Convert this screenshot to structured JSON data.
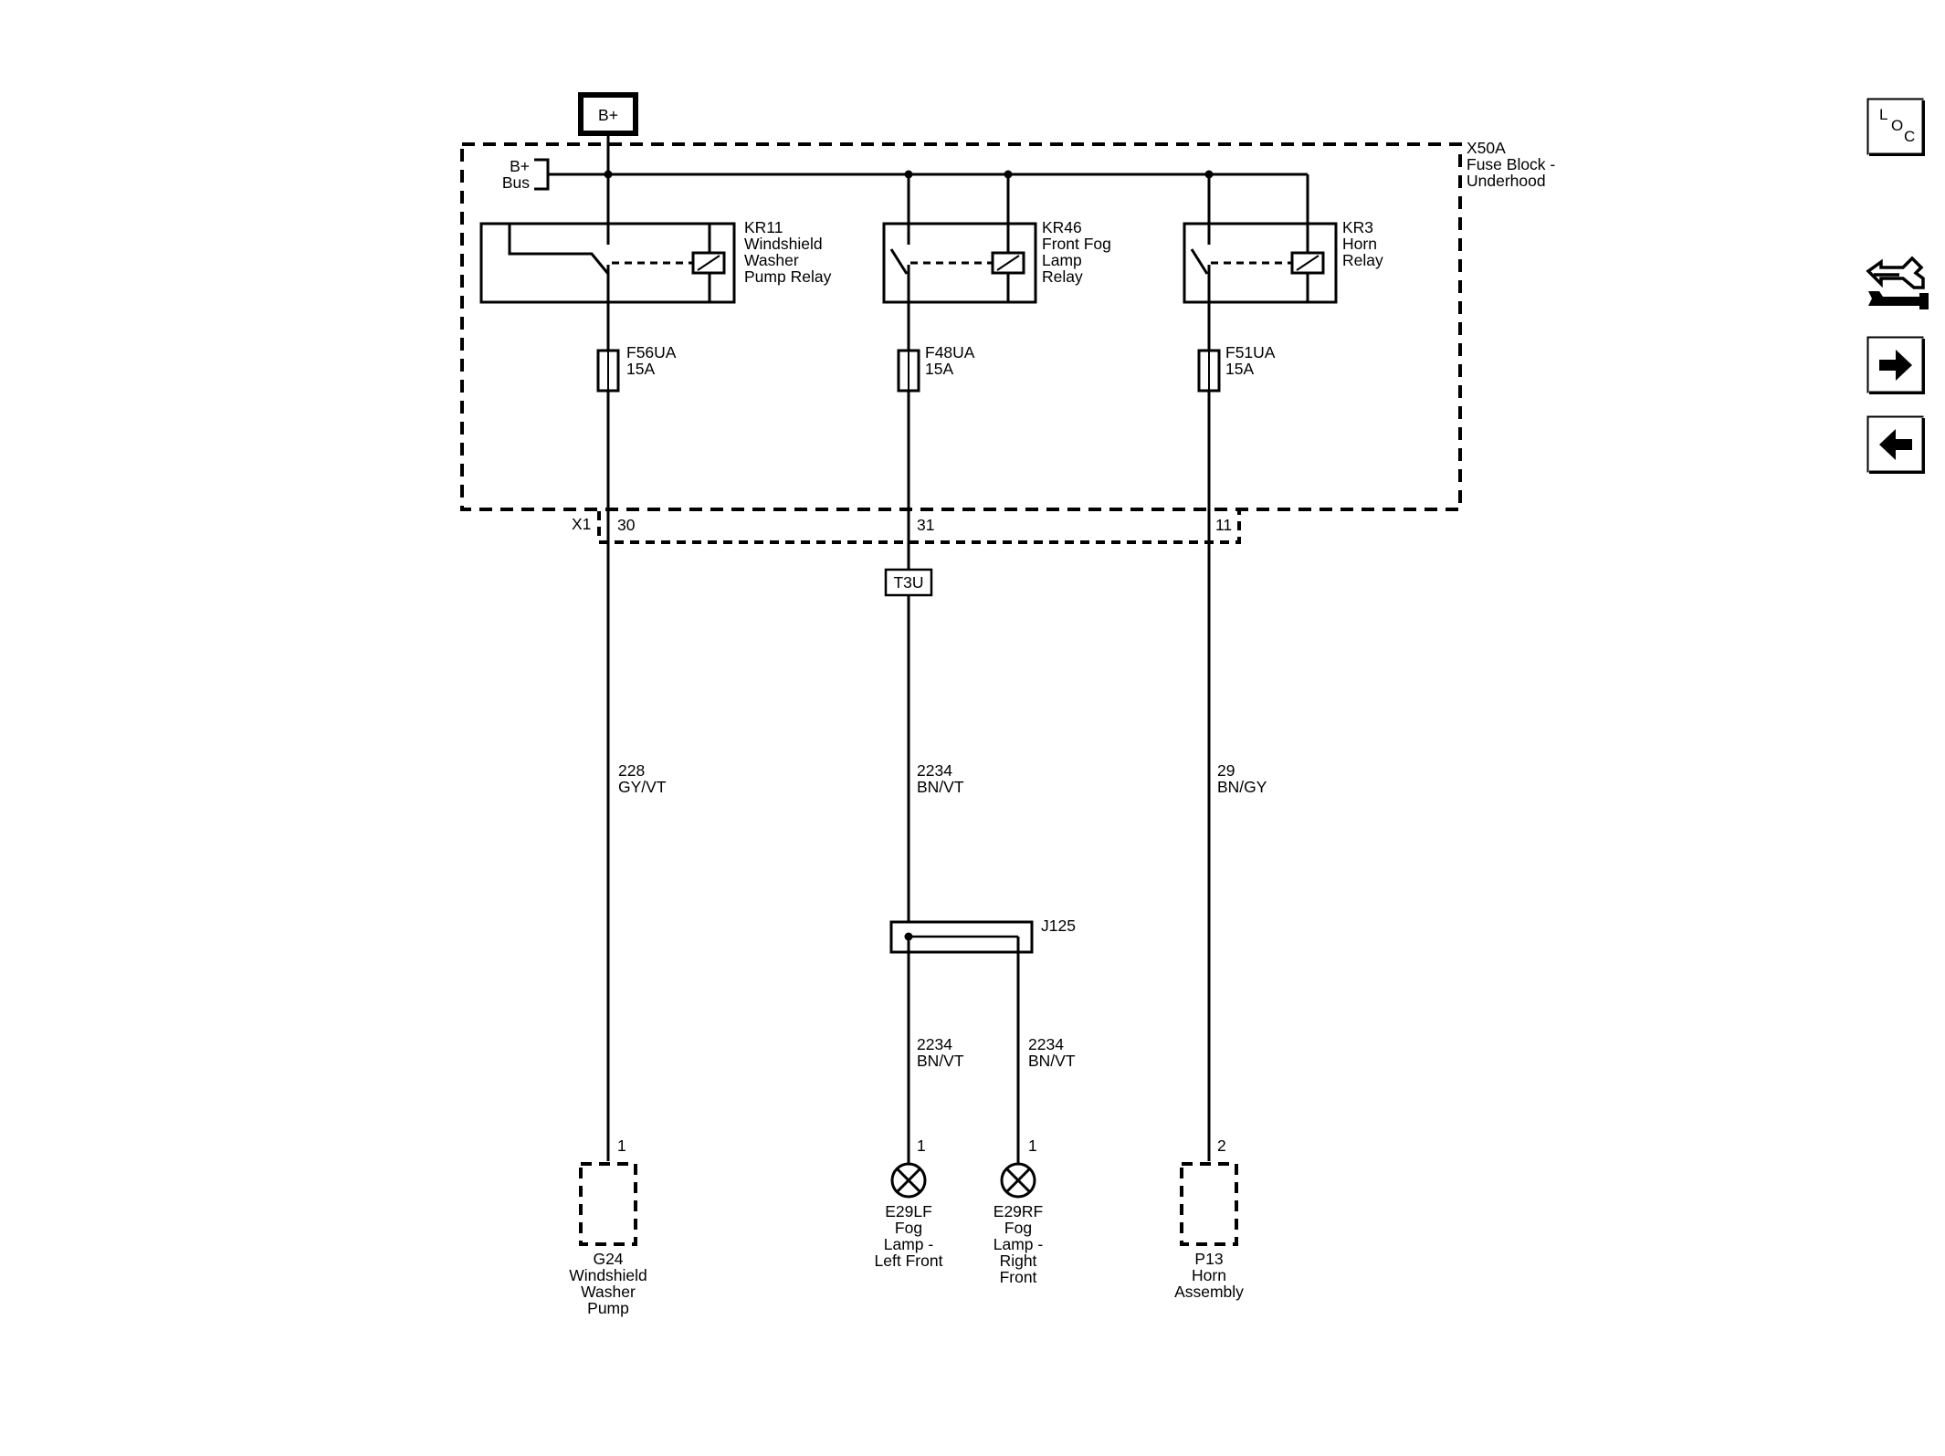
{
  "power": {
    "battery": "B+",
    "bus_line1": "B+",
    "bus_line2": "Bus"
  },
  "fuse_block": {
    "id": "X50A",
    "name_line1": "Fuse Block -",
    "name_line2": "Underhood",
    "connector": "X1"
  },
  "relays": [
    {
      "id": "KR11",
      "l1": "Windshield",
      "l2": "Washer",
      "l3": "Pump Relay"
    },
    {
      "id": "KR46",
      "l1": "Front Fog",
      "l2": "Lamp",
      "l3": "Relay"
    },
    {
      "id": "KR3",
      "l1": "Horn",
      "l2": "Relay",
      "l3": ""
    }
  ],
  "fuses": [
    {
      "id": "F56UA",
      "rating": "15A",
      "pin": "30"
    },
    {
      "id": "F48UA",
      "rating": "15A",
      "pin": "31"
    },
    {
      "id": "F51UA",
      "rating": "15A",
      "pin": "11"
    }
  ],
  "inline_connector": "T3U",
  "splice": "J125",
  "wires": [
    {
      "circuit": "228",
      "color": "GY/VT"
    },
    {
      "circuit": "2234",
      "color": "BN/VT"
    },
    {
      "circuit": "29",
      "color": "BN/GY"
    },
    {
      "circuit": "2234",
      "color": "BN/VT"
    },
    {
      "circuit": "2234",
      "color": "BN/VT"
    }
  ],
  "loads": [
    {
      "pin": "1",
      "l1": "G24",
      "l2": "Windshield",
      "l3": "Washer",
      "l4": "Pump"
    },
    {
      "pin": "1",
      "l1": "E29LF",
      "l2": "Fog",
      "l3": "Lamp -",
      "l4": "Left Front"
    },
    {
      "pin": "1",
      "l1": "E29RF",
      "l2": "Fog",
      "l3": "Lamp -",
      "l4": "Right",
      "l5": "Front"
    },
    {
      "pin": "2",
      "l1": "P13",
      "l2": "Horn",
      "l3": "Assembly"
    }
  ],
  "nav": {
    "loc_l": "L",
    "loc_o": "O",
    "loc_c": "C",
    "next_icon": "arrow-right-icon",
    "prev_icon": "arrow-left-icon",
    "tools_icon": "diagnostic-tools-icon"
  },
  "colors": {
    "line": "#000000",
    "background": "#ffffff"
  }
}
